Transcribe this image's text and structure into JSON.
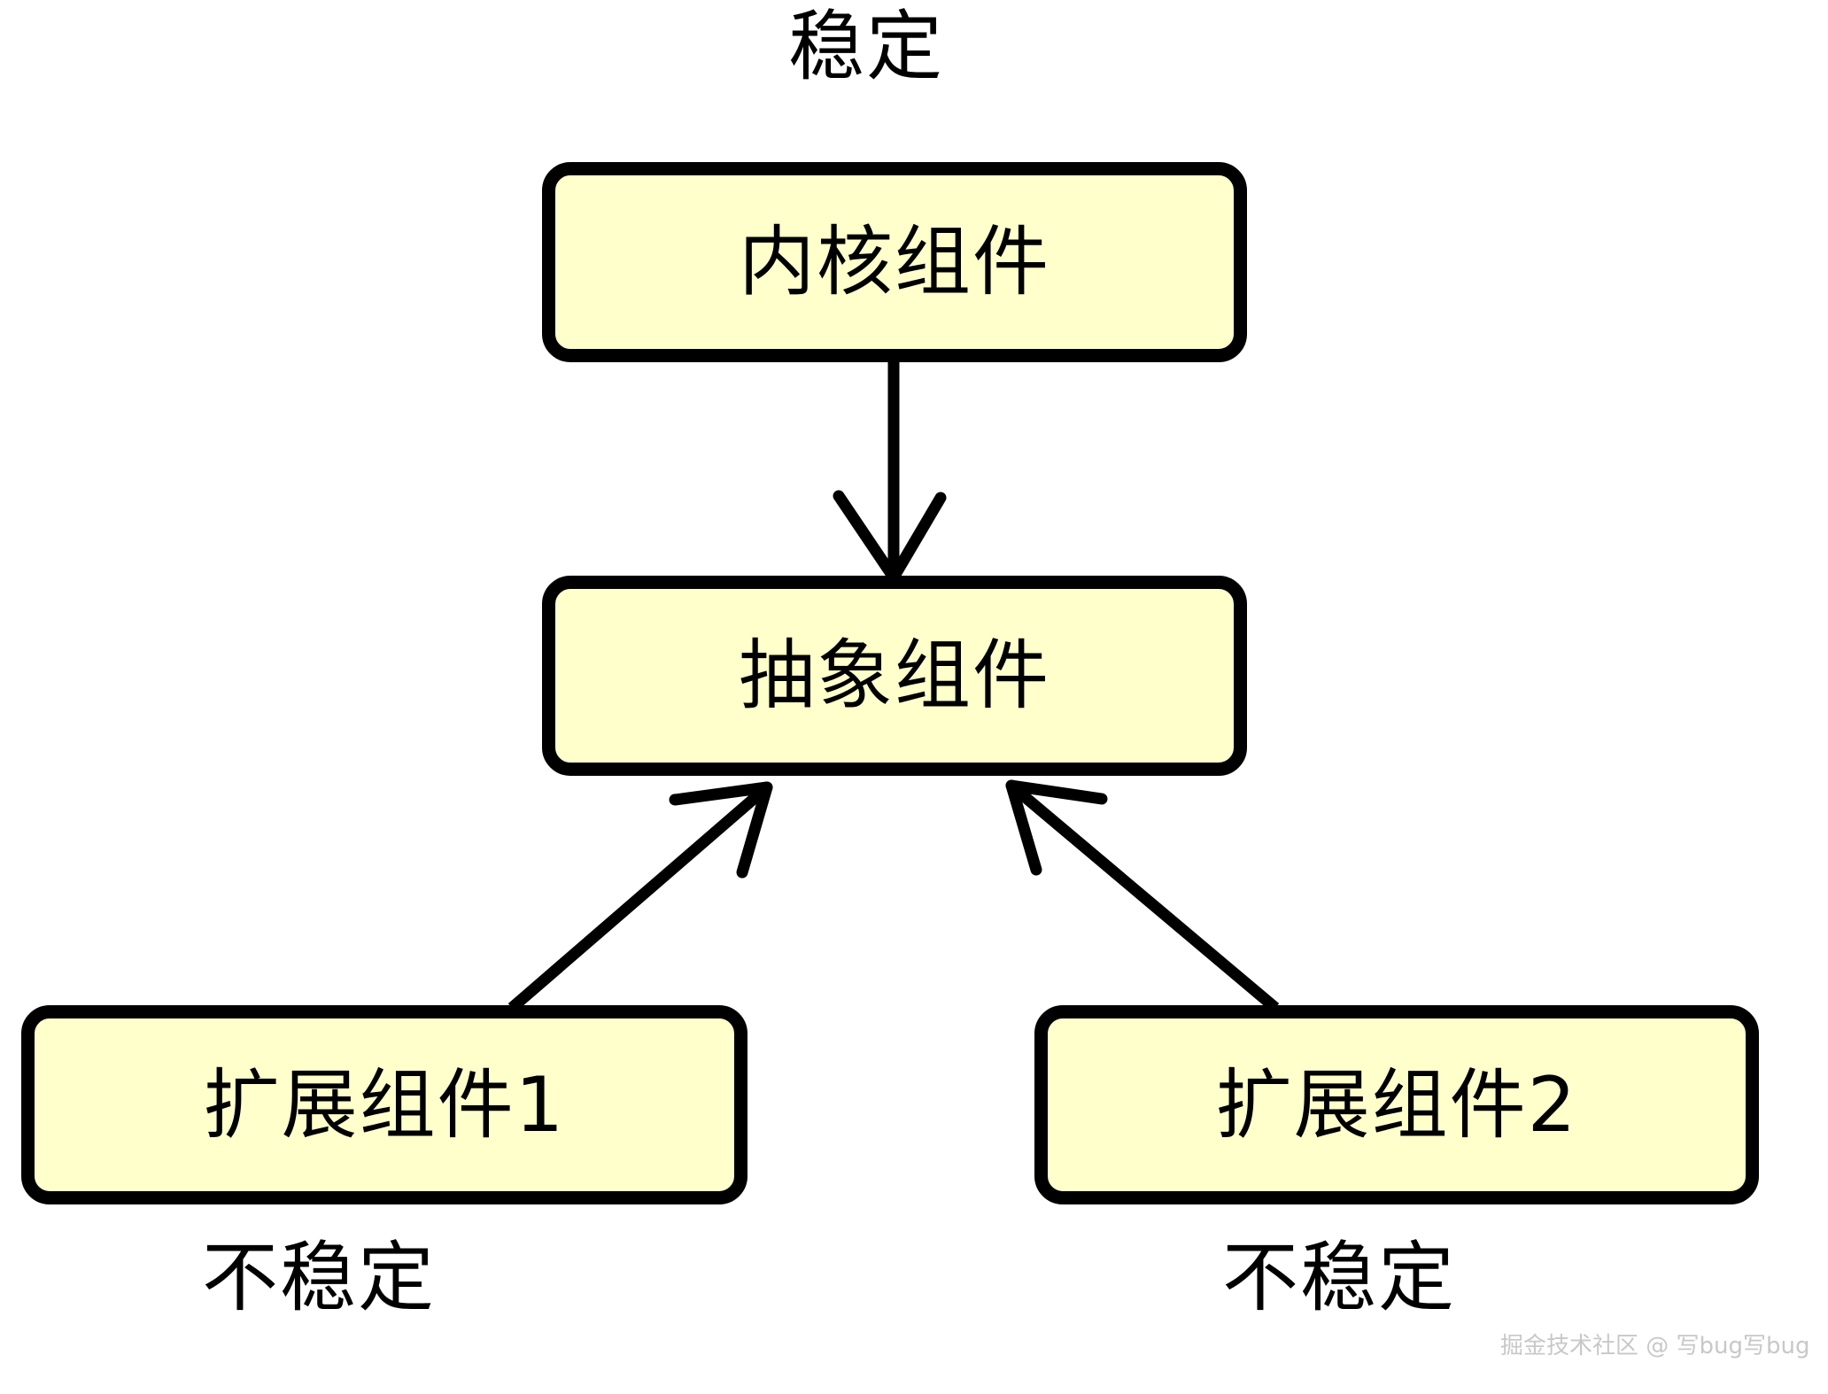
{
  "diagram": {
    "title_label": "稳定",
    "nodes": [
      {
        "id": "kernel",
        "label": "内核组件",
        "fill": "#ffffcc",
        "stroke": "#000000"
      },
      {
        "id": "abstract",
        "label": "抽象组件",
        "fill": "#ffffcc",
        "stroke": "#000000"
      },
      {
        "id": "ext1",
        "label": "扩展组件1",
        "fill": "#ffffcc",
        "stroke": "#000000"
      },
      {
        "id": "ext2",
        "label": "扩展组件2",
        "fill": "#ffffcc",
        "stroke": "#000000"
      }
    ],
    "annotations": [
      {
        "id": "stable-top",
        "text": "稳定",
        "position": "above-kernel"
      },
      {
        "id": "unstable-left",
        "text": "不稳定",
        "position": "below-ext1"
      },
      {
        "id": "unstable-right",
        "text": "不稳定",
        "position": "below-ext2"
      }
    ],
    "edges": [
      {
        "from": "kernel",
        "to": "abstract",
        "arrow": "open-v",
        "direction": "down"
      },
      {
        "from": "ext1",
        "to": "abstract",
        "arrow": "open-v",
        "direction": "up-right"
      },
      {
        "from": "ext2",
        "to": "abstract",
        "arrow": "open-v",
        "direction": "up-left"
      }
    ],
    "colors": {
      "node_fill": "#ffffcc",
      "node_border": "#000000",
      "edge": "#000000",
      "background": "#ffffff",
      "watermark": "#c8c8c8"
    }
  },
  "watermark": {
    "text": "掘金技术社区 @ 写bug写bug"
  }
}
